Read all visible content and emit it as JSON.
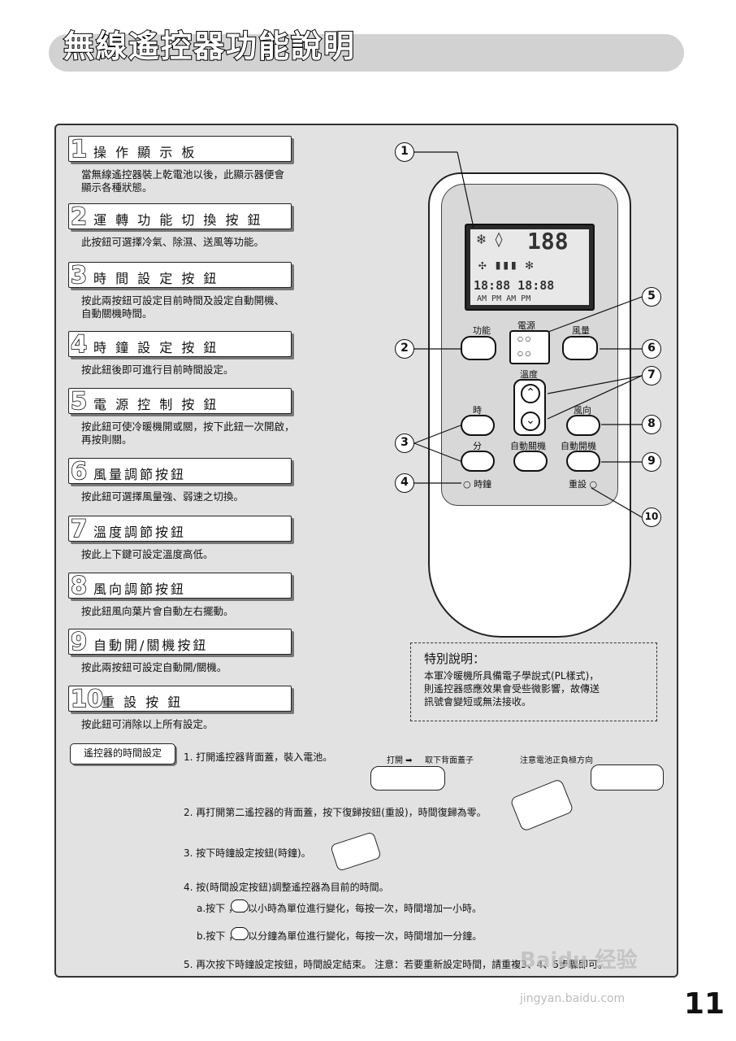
{
  "title": "無線遙控器功能說明",
  "items": [
    {
      "num": "1",
      "title": "操 作 顯 示 板",
      "desc": "當無線遙控器裝上乾電池以後，此顯示器便會\n顯示各種狀態。"
    },
    {
      "num": "2",
      "title": "運 轉 功 能 切 換 按 鈕",
      "desc": "此按鈕可選擇冷氣、除濕、送風等功能。"
    },
    {
      "num": "3",
      "title": "時 間 設 定 按 鈕",
      "desc": "按此兩按鈕可設定目前時間及設定自動開機、\n自動關機時間。"
    },
    {
      "num": "4",
      "title": "時 鐘 設 定 按 鈕",
      "desc": "按此鈕後即可進行目前時間設定。"
    },
    {
      "num": "5",
      "title": "電 源 控 制 按 鈕",
      "desc": "按此鈕可使冷暖機開或關，按下此鈕一次開啟，\n再按則關。"
    },
    {
      "num": "6",
      "title": "風量調節按鈕",
      "desc": "按此鈕可選擇風量強、弱速之切換。"
    },
    {
      "num": "7",
      "title": "溫度調節按鈕",
      "desc": "按此上下鍵可設定溫度高低。"
    },
    {
      "num": "8",
      "title": "風向調節按鈕",
      "desc": "按此鈕風向葉片會自動左右擺動。"
    },
    {
      "num": "9",
      "title": "自動開/關機按鈕",
      "desc": "按此兩按鈕可設定自動開/關機。"
    },
    {
      "num": "10",
      "title": "重 設 按 鈕",
      "desc": "按此鈕可消除以上所有設定。"
    }
  ],
  "remote": {
    "lcd_temp": "188",
    "lcd_time": "18:88 18:88",
    "lcd_ampm": "AM  PM    AM  PM",
    "labels": {
      "function": "功能",
      "power": "電源",
      "fan_speed": "風量",
      "temperature": "溫度",
      "hour": "時",
      "swing": "風向",
      "minute": "分",
      "auto_off": "自動關機",
      "auto_on": "自動開機",
      "clock": "時鐘",
      "reset": "重設"
    },
    "callouts": [
      "1",
      "2",
      "3",
      "4",
      "5",
      "6",
      "7",
      "8",
      "9",
      "10"
    ]
  },
  "note": {
    "title": "特別說明：",
    "body": "本軍冷暖機所具備電子學說式(PL樣式)，\n則遙控器感應效果會受些微影響，故傳送\n訊號會變短或無法接收。"
  },
  "time_setting": {
    "label": "遙控器的時間設定",
    "step1": "1. 打開遙控器背面蓋，裝入電池。",
    "step1_hint1": "打開",
    "step1_hint2": "取下背面蓋子",
    "step1_hint3": "注意電池正負極方向",
    "step2": "2. 再打開第二遙控器的背面蓋，按下復歸按鈕(重設)，時間復歸為零。",
    "step3": "3. 按下時鐘設定按鈕(時鐘)。",
    "step4": "4. 按(時間設定按鈕)調整遙控器為目前的時間。",
    "step4a": "a.按下     ，即以小時為單位進行變化，每按一次，時間增加一小時。",
    "step4b": "b.按下     ，即以分鐘為單位進行變化，每按一次，時間增加一分鐘。",
    "step5": "5. 再次按下時鐘設定按鈕，時間設定結束。  注意：若要重新設定時間，請重複3、4、5步驟即可。"
  },
  "page_number": "11",
  "watermark": {
    "brand": "Baidu 经验",
    "url": "jingyan.baidu.com"
  }
}
